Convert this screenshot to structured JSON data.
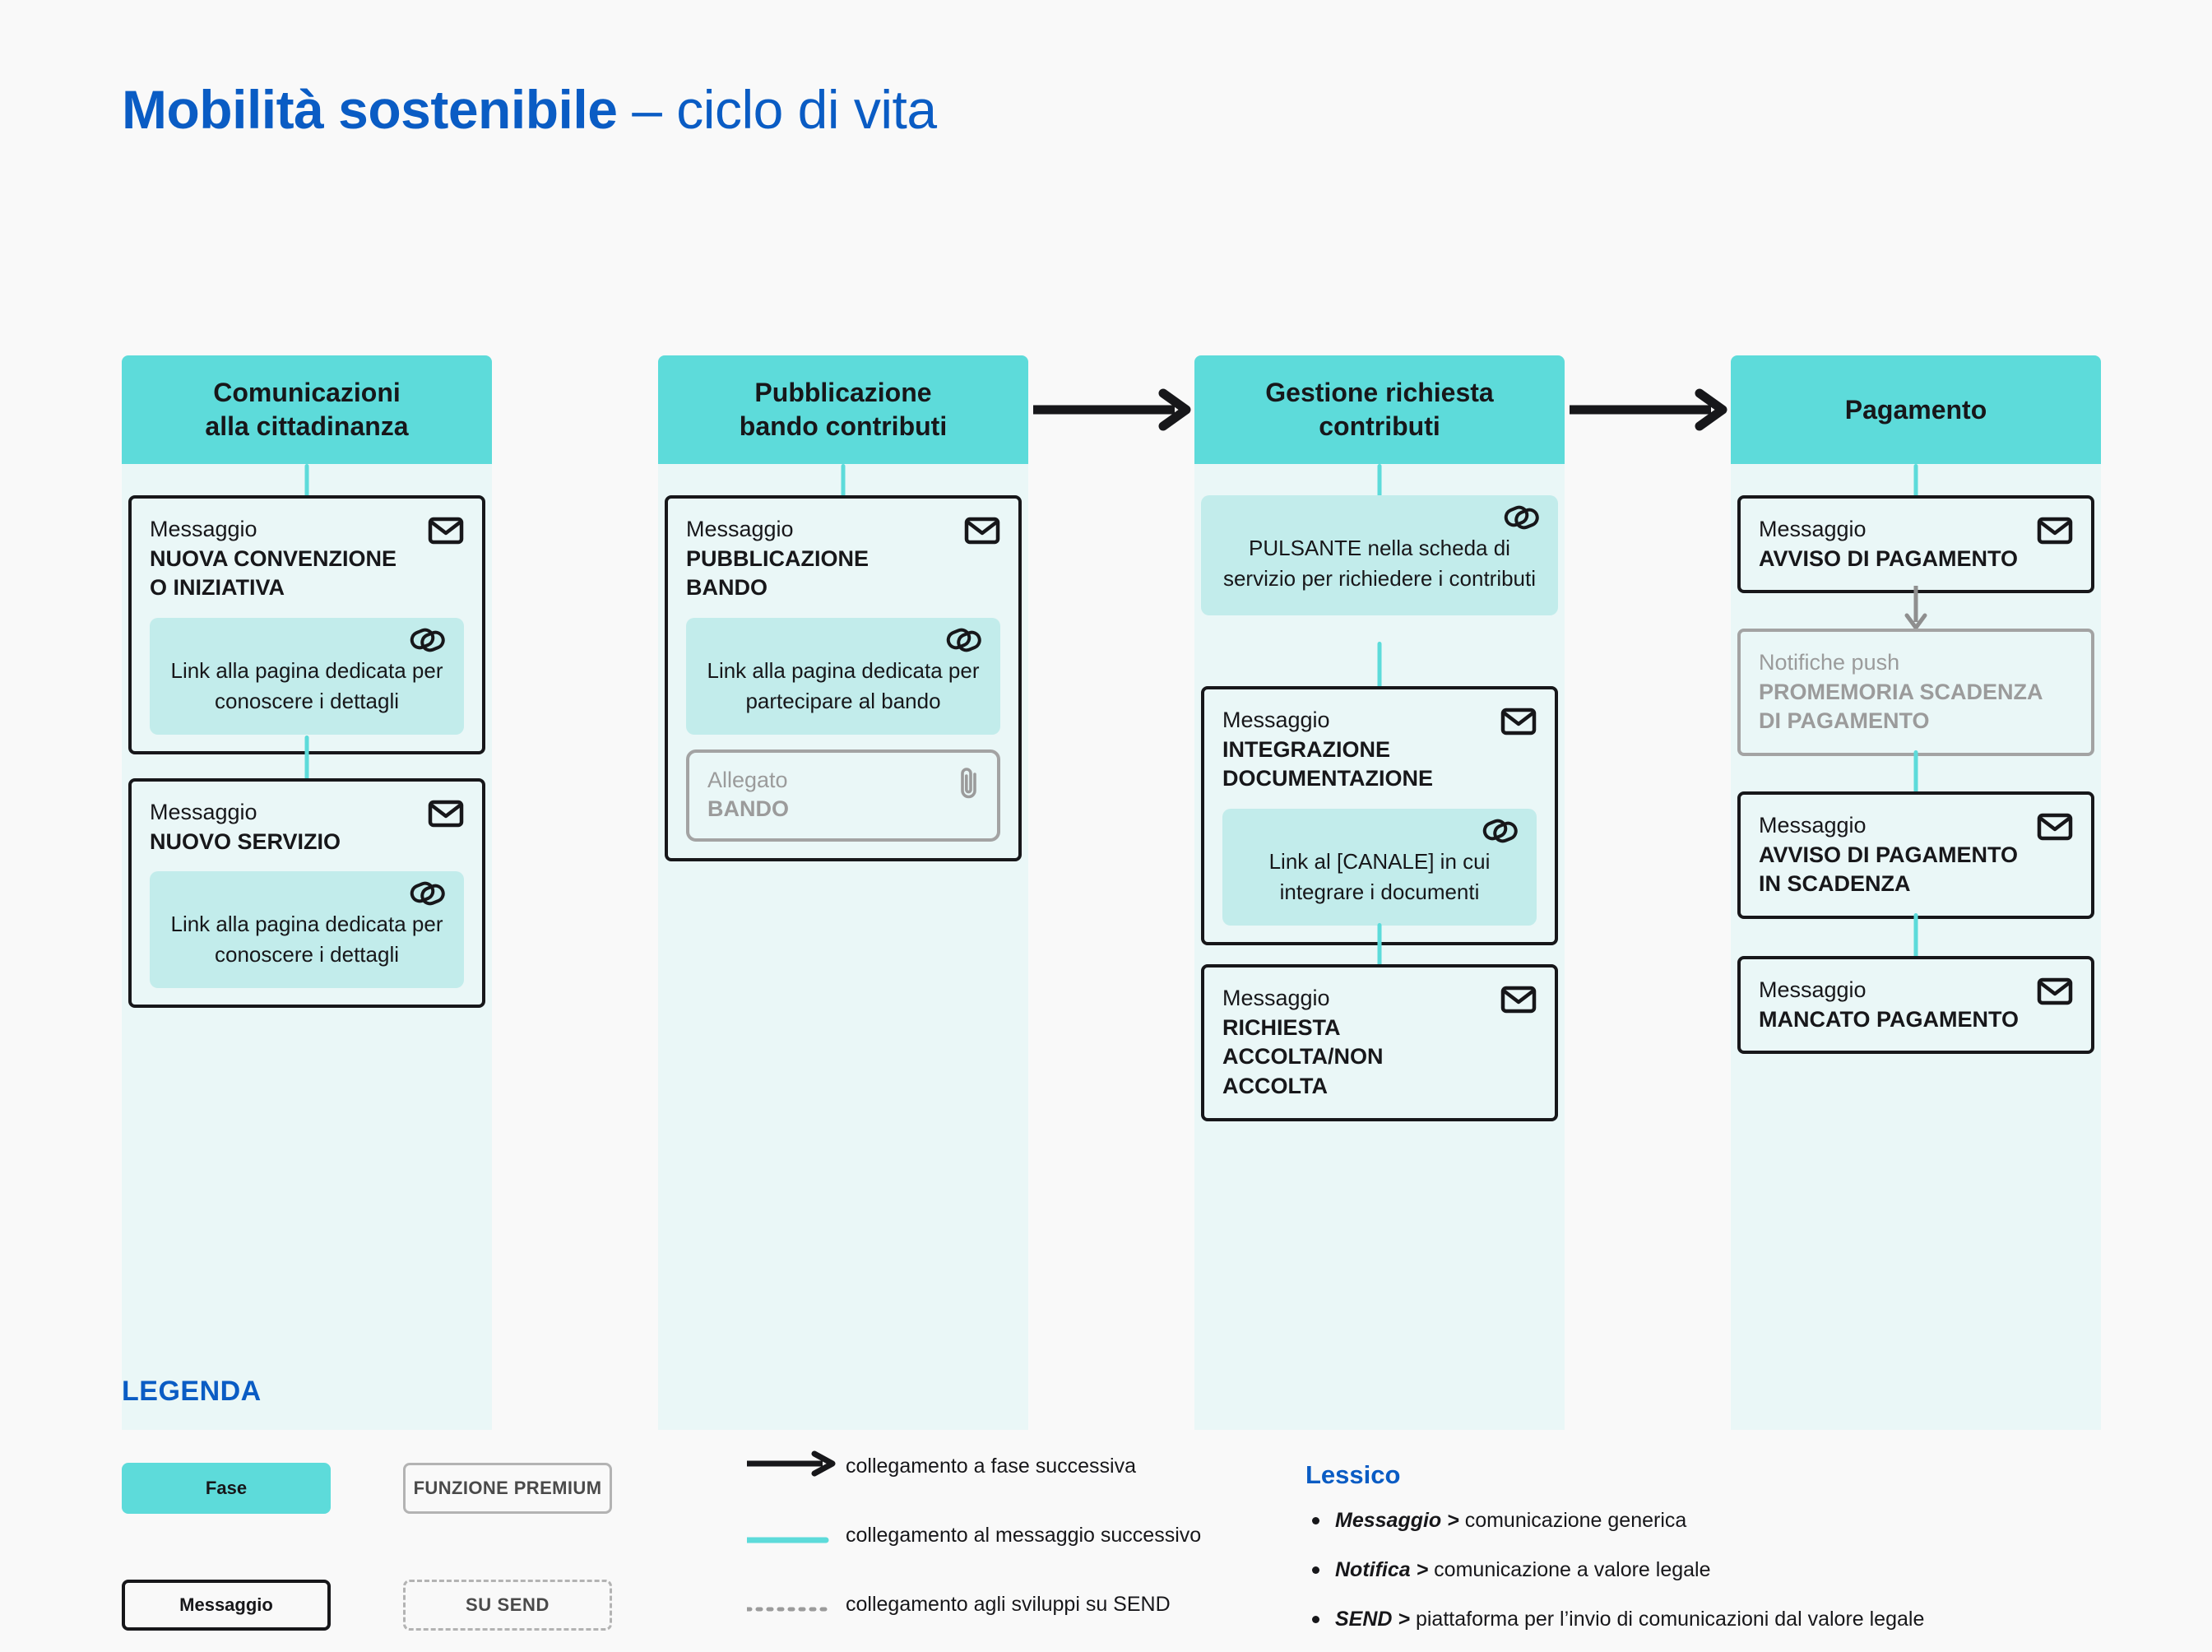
{
  "page": {
    "title_bold": "Mobilità sostenibile",
    "title_light": " – ciclo di vita",
    "background": "#f9f9f9"
  },
  "colors": {
    "brand_blue": "#0a5cc4",
    "phase_teal": "#5ddbda",
    "lane_bg": "#eaf7f7",
    "pill_teal": "#c2eceb",
    "ink": "#17171a",
    "muted_gray": "#9b9b9b",
    "border_gray": "#a3a3a3"
  },
  "phases": [
    {
      "id": "comunicazioni",
      "header": "Comunicazioni\nalla cittadinanza",
      "header_line1": "Comunicazioni",
      "header_line2": "alla cittadinanza",
      "cards": [
        {
          "kind": "Messaggio",
          "title": "NUOVA CONVENZIONE O INIZIATIVA",
          "icon": "envelope-icon",
          "pill": {
            "text": "Link alla pagina dedicata per conoscere i dettagli",
            "icon": "link-icon"
          }
        },
        {
          "kind": "Messaggio",
          "title": "NUOVO SERVIZIO",
          "icon": "envelope-icon",
          "pill": {
            "text": "Link alla pagina dedicata per conoscere i dettagli",
            "icon": "link-icon"
          }
        }
      ]
    },
    {
      "id": "pubblicazione",
      "header_line1": "Pubblicazione",
      "header_line2": "bando contributi",
      "cards": [
        {
          "kind": "Messaggio",
          "title": "PUBBLICAZIONE BANDO",
          "icon": "envelope-icon",
          "pill": {
            "text": "Link alla pagina dedicata per partecipare al bando",
            "icon": "link-icon"
          },
          "attachment": {
            "kind": "Allegato",
            "name": "BANDO",
            "icon": "paperclip-icon"
          }
        }
      ]
    },
    {
      "id": "gestione",
      "header_line1": "Gestione richiesta",
      "header_line2": "contributi",
      "standalone_pill": {
        "text": "PULSANTE nella scheda di servizio per richiedere i contributi",
        "icon": "link-icon"
      },
      "cards": [
        {
          "kind": "Messaggio",
          "title": "INTEGRAZIONE DOCUMENTAZIONE",
          "icon": "envelope-icon",
          "pill": {
            "text": "Link al [CANALE] in cui integrare i documenti",
            "icon": "link-icon"
          }
        },
        {
          "kind": "Messaggio",
          "title": "RICHIESTA ACCOLTA/NON ACCOLTA",
          "icon": "envelope-icon"
        }
      ]
    },
    {
      "id": "pagamento",
      "header_line1": "Pagamento",
      "header_line2": "",
      "cards": [
        {
          "kind": "Messaggio",
          "title": "AVVISO DI PAGAMENTO",
          "icon": "envelope-icon"
        },
        {
          "kind": "Notifiche push",
          "title": "PROMEMORIA SCADENZA DI PAGAMENTO",
          "muted": true
        },
        {
          "kind": "Messaggio",
          "title": "AVVISO DI PAGAMENTO IN SCADENZA",
          "icon": "envelope-icon"
        },
        {
          "kind": "Messaggio",
          "title": "MANCATO PAGAMENTO",
          "icon": "envelope-icon"
        }
      ]
    }
  ],
  "legend": {
    "title": "LEGENDA",
    "chips": [
      {
        "label": "Fase",
        "style": "solid-teal"
      },
      {
        "label": "FUNZIONE PREMIUM",
        "style": "gray-outline"
      },
      {
        "label": "Messaggio",
        "style": "black-outline"
      },
      {
        "label": "SU SEND",
        "style": "gray-dashed"
      }
    ],
    "lines": [
      {
        "label": "collegamento a fase successiva",
        "style": "black-arrow"
      },
      {
        "label": "collegamento al messaggio successivo",
        "style": "teal-line"
      },
      {
        "label": "collegamento agli sviluppi su SEND",
        "style": "gray-dotted"
      }
    ]
  },
  "lessico": {
    "title": "Lessico",
    "items": [
      {
        "term": "Messaggio >",
        "definition": " comunicazione generica"
      },
      {
        "term": "Notifica >",
        "definition": " comunicazione a valore legale"
      },
      {
        "term": "SEND >",
        "definition": " piattaforma per  l’invio di comunicazioni dal valore legale"
      }
    ]
  }
}
